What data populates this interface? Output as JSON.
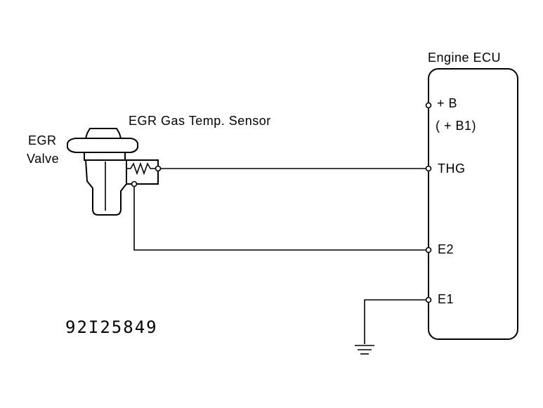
{
  "labels": {
    "ecu_title": "Engine ECU",
    "sensor_title": "EGR Gas Temp. Sensor",
    "valve_line1": "EGR",
    "valve_line2": "Valve",
    "pin_b": "+ B",
    "pin_b1": "( + B1)",
    "pin_thg": "THG",
    "pin_e2": "E2",
    "pin_e1": "E1",
    "figure_code": "92I25849"
  },
  "colors": {
    "line": "#000000",
    "background": "#ffffff"
  }
}
